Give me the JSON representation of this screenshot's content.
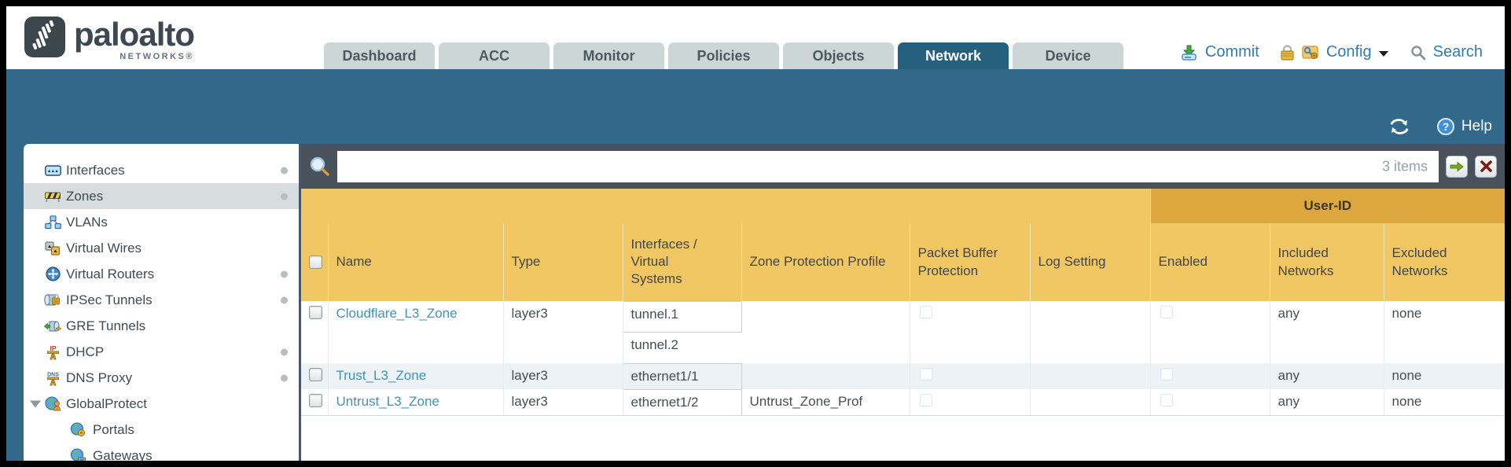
{
  "brand": {
    "name": "paloalto",
    "sub": "NETWORKS®"
  },
  "nav": {
    "tabs": [
      {
        "label": "Dashboard",
        "active": false
      },
      {
        "label": "ACC",
        "active": false
      },
      {
        "label": "Monitor",
        "active": false
      },
      {
        "label": "Policies",
        "active": false
      },
      {
        "label": "Objects",
        "active": false
      },
      {
        "label": "Network",
        "active": true
      },
      {
        "label": "Device",
        "active": false
      }
    ],
    "actions": {
      "commit": "Commit",
      "config": "Config",
      "search": "Search"
    }
  },
  "toolbar": {
    "help": "Help"
  },
  "sidebar": {
    "items": [
      {
        "label": "Interfaces",
        "dot": true
      },
      {
        "label": "Zones",
        "dot": true,
        "selected": true
      },
      {
        "label": "VLANs",
        "dot": false
      },
      {
        "label": "Virtual Wires",
        "dot": false
      },
      {
        "label": "Virtual Routers",
        "dot": true
      },
      {
        "label": "IPSec Tunnels",
        "dot": true
      },
      {
        "label": "GRE Tunnels",
        "dot": false
      },
      {
        "label": "DHCP",
        "dot": true
      },
      {
        "label": "DNS Proxy",
        "dot": true
      },
      {
        "label": "GlobalProtect",
        "dot": false,
        "expanded": true
      },
      {
        "label": "Portals",
        "dot": false,
        "child": true
      },
      {
        "label": "Gateways",
        "dot": false,
        "child": true
      }
    ]
  },
  "filter": {
    "items_count": "3 items",
    "query": ""
  },
  "table": {
    "group_header": "User-ID",
    "columns": [
      "",
      "Name",
      "Type",
      "Interfaces / Virtual Systems",
      "Zone Protection Profile",
      "Packet Buffer Protection",
      "Log Setting",
      "Enabled",
      "Included Networks",
      "Excluded Networks"
    ],
    "rows": [
      {
        "name": "Cloudflare_L3_Zone",
        "type": "layer3",
        "interfaces": [
          "tunnel.1",
          "tunnel.2"
        ],
        "zone_protection_profile": "",
        "packet_buffer_protection_checked": false,
        "log_setting": "",
        "user_id_enabled_checked": false,
        "included_networks": "any",
        "excluded_networks": "none"
      },
      {
        "name": "Trust_L3_Zone",
        "type": "layer3",
        "interfaces": [
          "ethernet1/1"
        ],
        "zone_protection_profile": "",
        "packet_buffer_protection_checked": false,
        "log_setting": "",
        "user_id_enabled_checked": false,
        "included_networks": "any",
        "excluded_networks": "none"
      },
      {
        "name": "Untrust_L3_Zone",
        "type": "layer3",
        "interfaces": [
          "ethernet1/2"
        ],
        "zone_protection_profile": "Untrust_Zone_Prof",
        "packet_buffer_protection_checked": false,
        "log_setting": "",
        "user_id_enabled_checked": false,
        "included_networks": "any",
        "excluded_networks": "none"
      }
    ]
  },
  "colors": {
    "teal_band": "#32688A",
    "tab_active": "#25607F",
    "header_gold": "#F1C764",
    "user_id_gold": "#DDA73F",
    "link_blue": "#3E93B7",
    "action_blue": "#2E7CB5",
    "filter_bar": "#49525B"
  }
}
